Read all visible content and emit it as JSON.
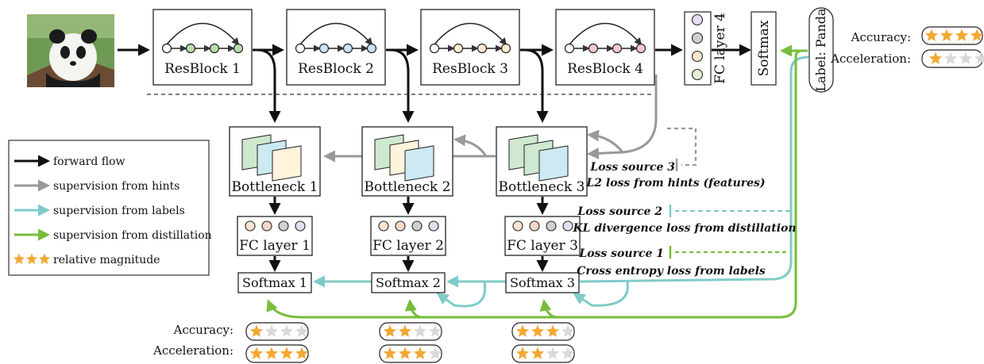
{
  "colors": {
    "forward": "#111111",
    "hints": "#999999",
    "labels": "#7fcbc8",
    "distillation": "#77bd3b",
    "star_on": "#f3a833",
    "star_off": "#d9d9d9",
    "resblock1_nodes": "#b6dfa9",
    "resblock2_nodes": "#c8e6f0",
    "resblock3_nodes": "#fbebcf",
    "resblock4_nodes": "#f6c9cb",
    "feature_green": "#cfe8d0",
    "feature_blue": "#cde9f2",
    "feature_cream": "#fff3dc"
  },
  "image": {
    "icon": "panda-photo"
  },
  "resblocks": [
    {
      "label": "ResBlock 1"
    },
    {
      "label": "ResBlock 2"
    },
    {
      "label": "ResBlock 3"
    },
    {
      "label": "ResBlock 4"
    }
  ],
  "fc4": {
    "label": "FC layer 4",
    "node_colors": [
      "#e7ddf1",
      "#cfcfcf",
      "#fbe5cf",
      "#e3efd3"
    ]
  },
  "softmax_main": {
    "label": "Softmax"
  },
  "label_box": {
    "label": "Label: Panda"
  },
  "top_rating": {
    "accuracy_label": "Accuracy:",
    "acceleration_label": "Acceleration:",
    "accuracy_stars": 4,
    "acceleration_stars": 1
  },
  "bottlenecks": [
    {
      "label": "Bottleneck 1"
    },
    {
      "label": "Bottleneck 2"
    },
    {
      "label": "Bottleneck 3"
    }
  ],
  "fc_layers": [
    {
      "label": "FC layer 1"
    },
    {
      "label": "FC layer 2"
    },
    {
      "label": "FC layer 3"
    }
  ],
  "fc_node_colors": [
    "#fbe5cf",
    "#f6d6c6",
    "#cfcfcf",
    "#e7ddf1"
  ],
  "softmaxes": [
    {
      "label": "Softmax 1"
    },
    {
      "label": "Softmax 2"
    },
    {
      "label": "Softmax 3"
    }
  ],
  "loss_sources": [
    {
      "title": "Loss source 3",
      "desc": "L2 loss from hints (features)"
    },
    {
      "title": "Loss source 2",
      "desc": "KL divergence loss from distillation"
    },
    {
      "title": "Loss source 1",
      "desc": "Cross entropy loss from labels"
    }
  ],
  "legend": [
    {
      "label": "forward flow",
      "kind": "forward"
    },
    {
      "label": "supervision from hints",
      "kind": "hints"
    },
    {
      "label": "supervision from labels",
      "kind": "labels"
    },
    {
      "label": "supervision from distillation",
      "kind": "distillation"
    },
    {
      "label": "relative magnitude",
      "kind": "stars"
    }
  ],
  "bottom_rating": {
    "accuracy_label": "Accuracy:",
    "acceleration_label": "Acceleration:",
    "accuracy_stars": [
      1,
      2,
      3
    ],
    "acceleration_stars": [
      4,
      3,
      2
    ]
  }
}
